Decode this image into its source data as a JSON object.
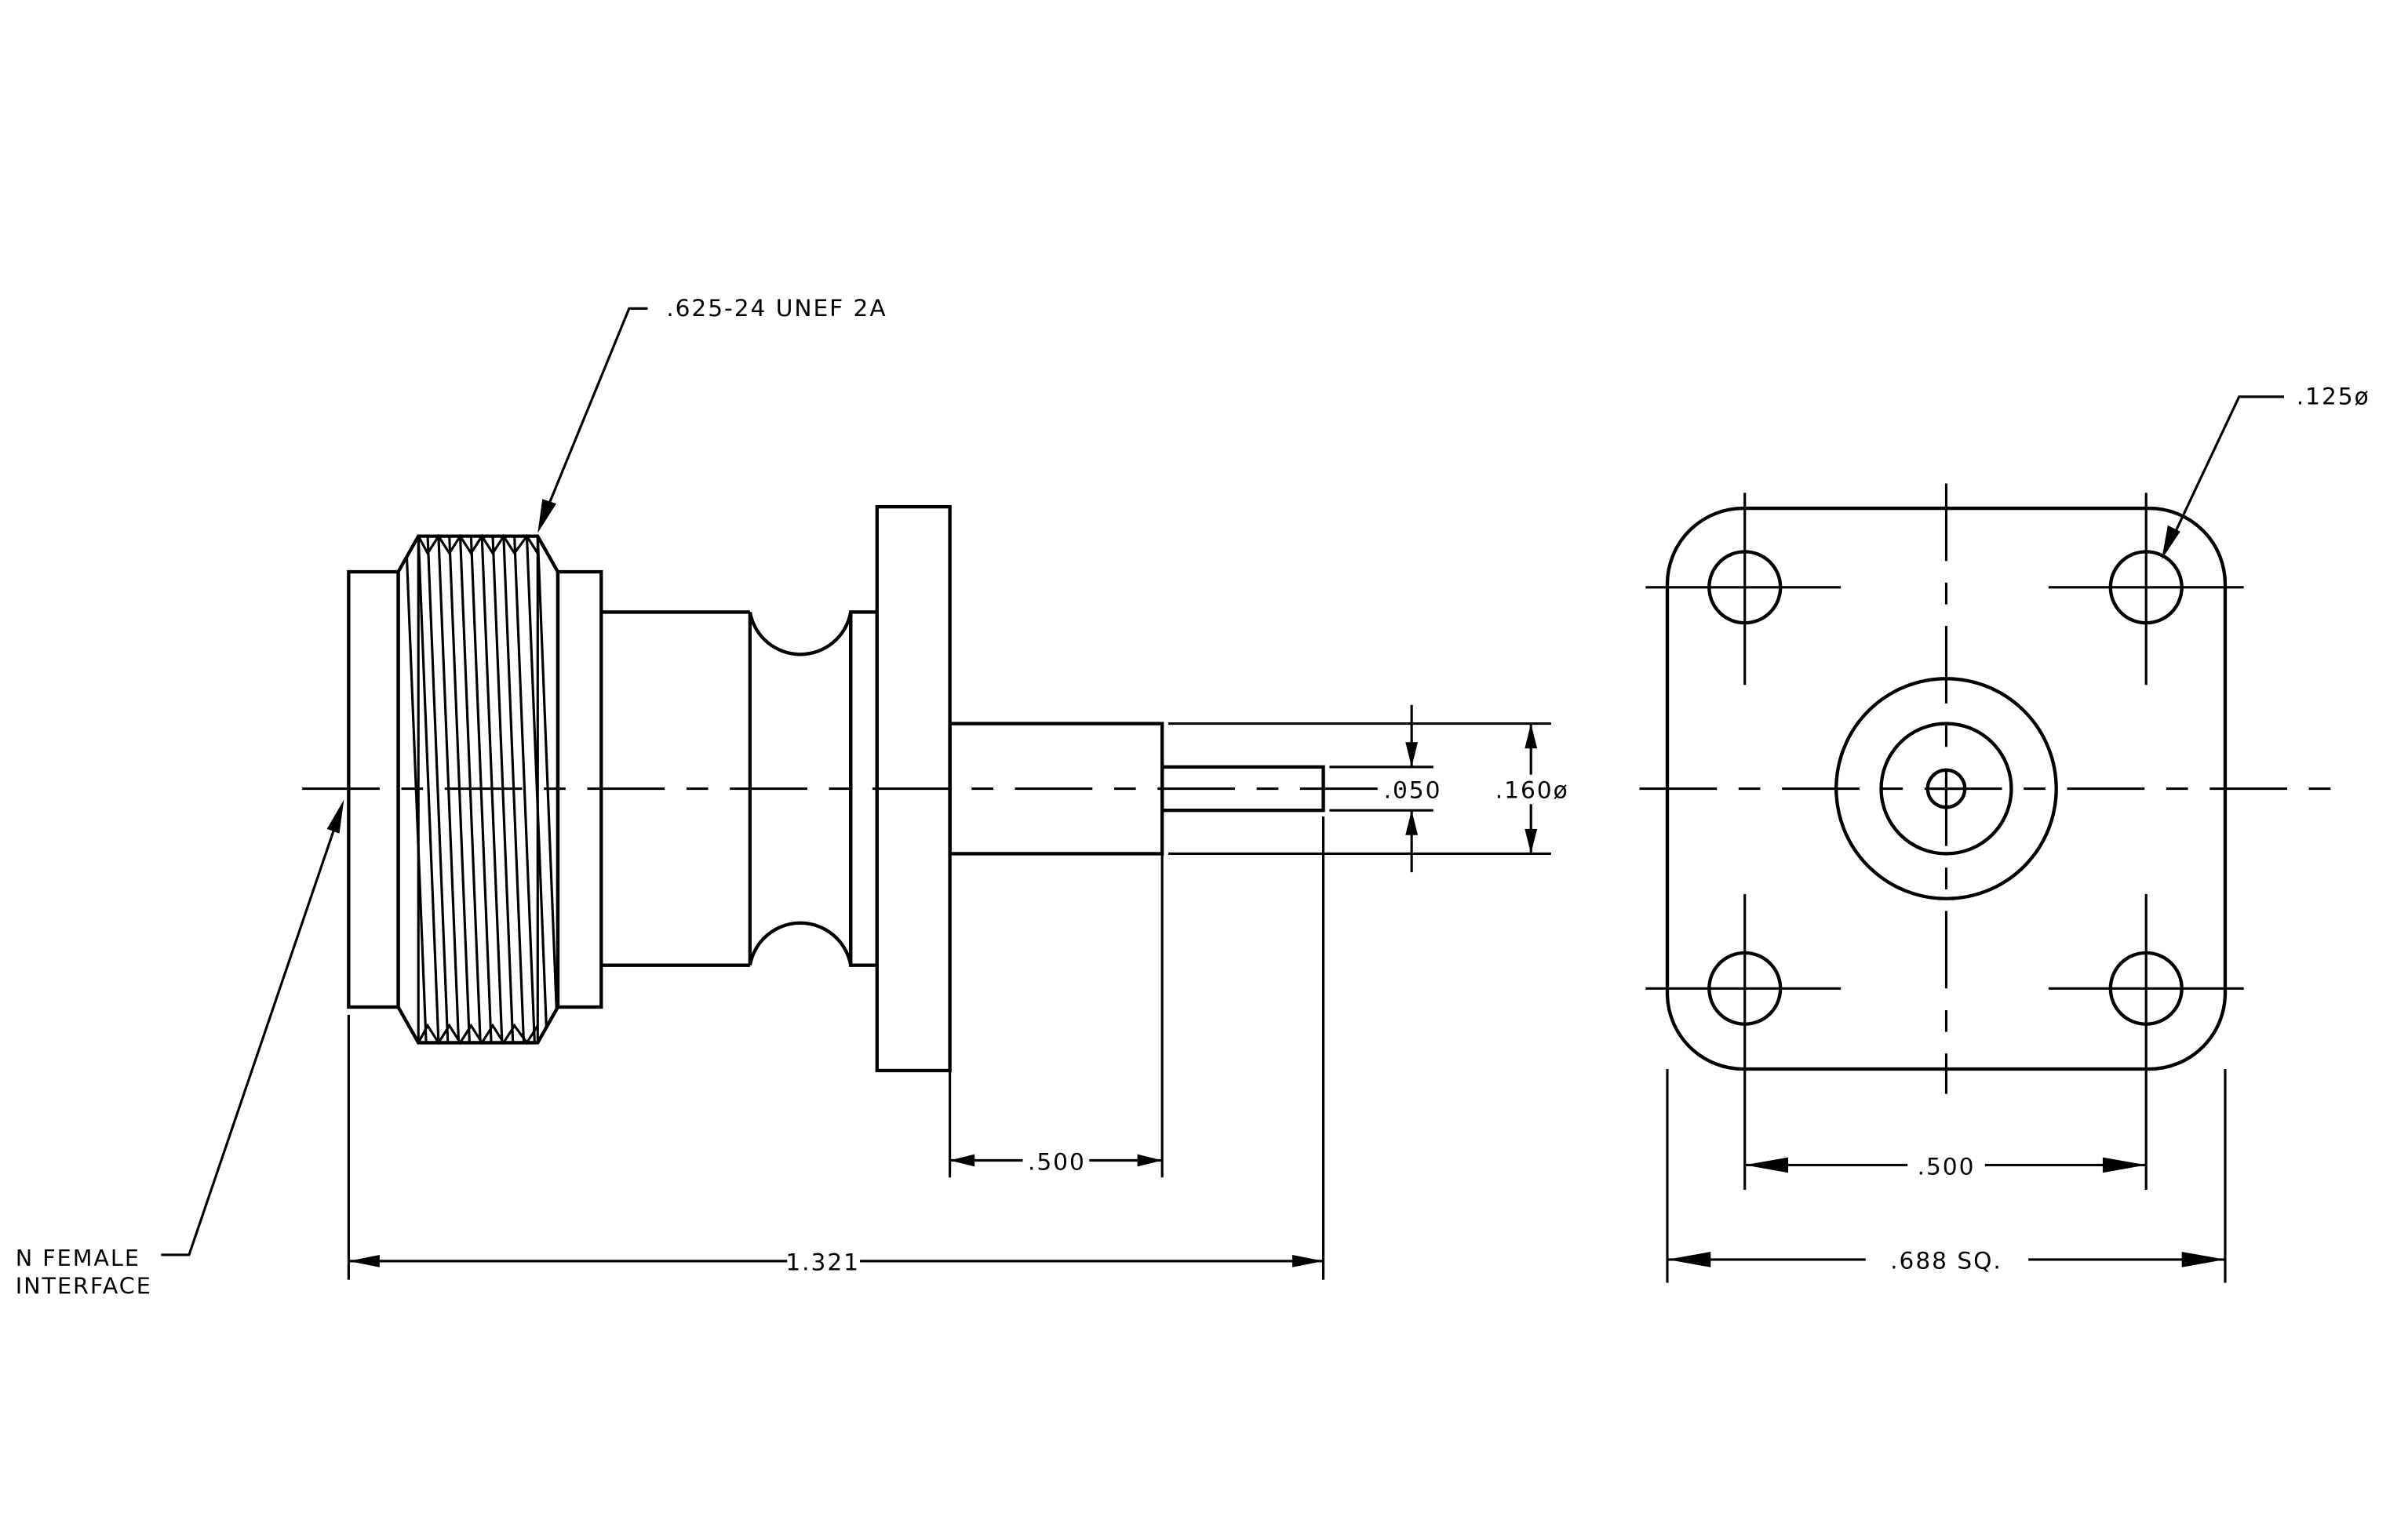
{
  "labels": {
    "thread_spec": ".625-24 UNEF 2A",
    "hole_dia": ".125ø",
    "interface_line1": "N FEMALE",
    "interface_line2": "INTERFACE",
    "pin_dia": ".050",
    "dielectric_dia": ".160ø",
    "stub_length": ".500",
    "overall_length": "1.321",
    "hole_spacing": ".500",
    "flange_size": ".688 SQ."
  }
}
